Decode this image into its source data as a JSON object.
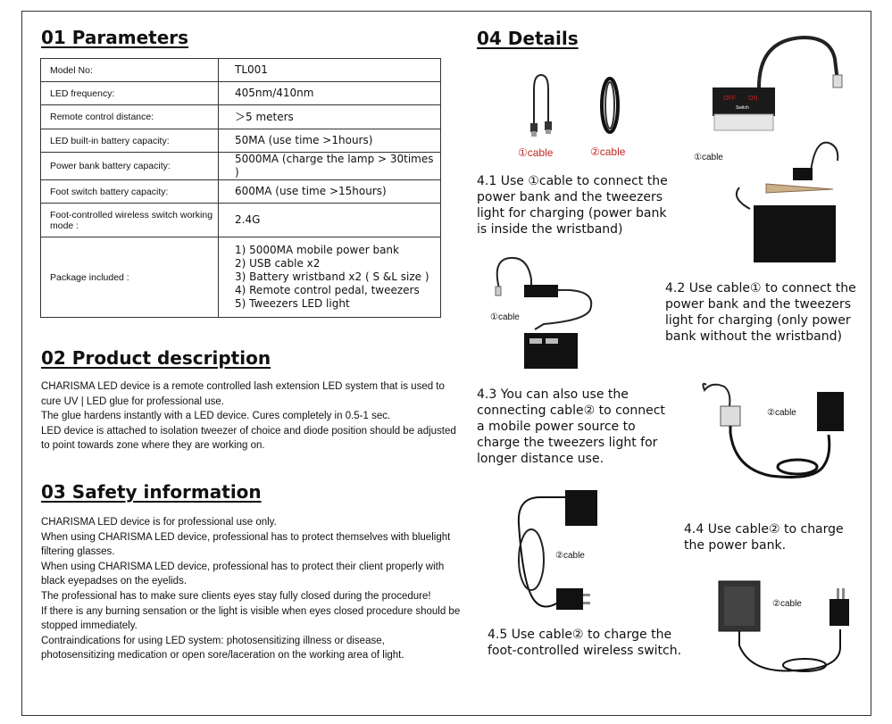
{
  "sections": {
    "s1": "01 Parameters",
    "s2": "02 Product description",
    "s3": "03 Safety information",
    "s4": "04 Details"
  },
  "params": [
    {
      "label": "Model No:",
      "value": "TL001"
    },
    {
      "label": "LED frequency:",
      "value": "405nm/410nm"
    },
    {
      "label": "Remote control distance:",
      "value": "＞5 meters"
    },
    {
      "label": "LED built-in battery capacity:",
      "value": "50MA (use time >1hours)"
    },
    {
      "label": "Power bank battery capacity:",
      "value": "5000MA (charge the lamp > 30times )"
    },
    {
      "label": "Foot switch battery capacity:",
      "value": "600MA (use time >15hours)"
    },
    {
      "label": "Foot-controlled wireless switch working mode :",
      "value": "2.4G"
    }
  ],
  "package": {
    "label": "Package included :",
    "items": [
      "1) 5000MA mobile power bank",
      "2) USB cable x2",
      "3) Battery wristband x2 ( S &L size )",
      "4) Remote control pedal, tweezers",
      "5) Tweezers LED light"
    ]
  },
  "description": [
    "CHARISMA LED device is a remote controlled lash extension LED system that is used to cure UV | LED glue for professional use.",
    "The glue hardens instantly with a LED device. Cures completely in 0.5-1 sec.",
    "LED device is attached to isolation tweezer of choice and diode position should be adjusted to point towards zone where they are working on."
  ],
  "safety": [
    "CHARISMA LED device is for professional use only.",
    "When using CHARISMA LED device, professional has to protect themselves with bluelight filtering glasses.",
    "When using CHARISMA LED device, professional has to protect their client properly with black eyepadses on the eyelids.",
    "The professional has to make sure clients eyes stay fully closed during the procedure!",
    "If there is any burning sensation or the light is visible when eyes closed procedure should be stopped immediately.",
    "Contraindications for using LED system: photosensitizing illness or disease, photosensitizing medication or open sore/laceration on the working area of light."
  ],
  "details": {
    "labels": {
      "cable1": "①cable",
      "cable2": "②cable"
    },
    "d41": [
      "4.1 Use ①cable to connect the",
      "power bank and the tweezers",
      "light for charging (power bank",
      "is inside the wristband)"
    ],
    "d42": [
      "4.2 Use cable① to connect the",
      "power bank and the tweezers",
      "light for charging (only power",
      "bank without the wristband)"
    ],
    "d43": [
      "4.3 You can also use the",
      "connecting cable② to connect",
      "a mobile power source to",
      "charge the tweezers light for",
      "longer distance use."
    ],
    "d44": [
      "4.4 Use cable② to charge",
      "the power bank."
    ],
    "d45": [
      "4.5 Use cable② to charge the",
      "foot-controlled wireless switch."
    ],
    "device_text": {
      "off": "OFF",
      "on": "ON",
      "switch": "Switch"
    }
  },
  "colors": {
    "cable_label": "#c0271f",
    "device_red": "#d11f1f"
  }
}
